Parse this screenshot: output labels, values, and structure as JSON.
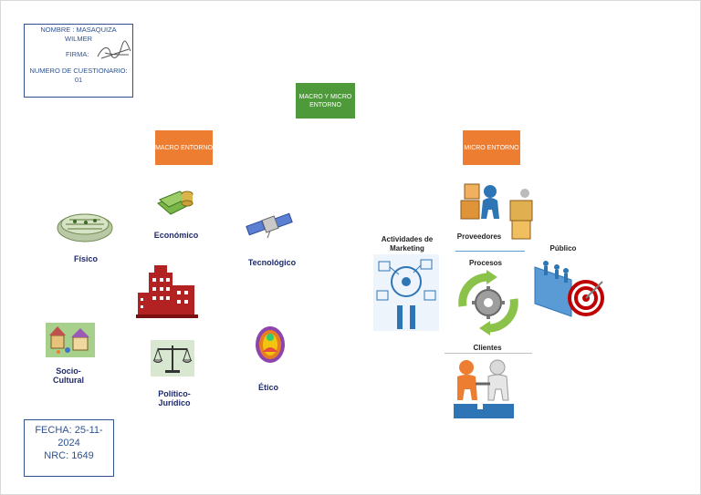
{
  "info_box": {
    "nombre": "NOMBRE : MASAQUIZA WILMER",
    "firma": "FIRMA:",
    "cuestionario": "NUMERO DE CUESTIONARIO: 01"
  },
  "date_box": {
    "fecha": "FECHA: 25-11-2024",
    "nrc": "NRC: 1649"
  },
  "root": {
    "label": "MACRO Y MICRO ENTORNO",
    "color": "#4e9a3a"
  },
  "macro": {
    "label": "MACRO ENTORNO",
    "color": "#ed7d31",
    "items": {
      "economico": "Económico",
      "fisico": "Físico",
      "tecnologico": "Tecnológico",
      "socio_cultural": "Socio-Cultural",
      "politico_juridico": "Político-Jurídico",
      "etico": "Ético"
    }
  },
  "micro": {
    "label": "MICRO ENTORNO",
    "color": "#ed7d31",
    "items": {
      "actividades": "Actividades de Marketing",
      "proveedores": "Proveedores",
      "procesos": "Procesos",
      "publico": "Público",
      "clientes": "Clientes"
    }
  }
}
